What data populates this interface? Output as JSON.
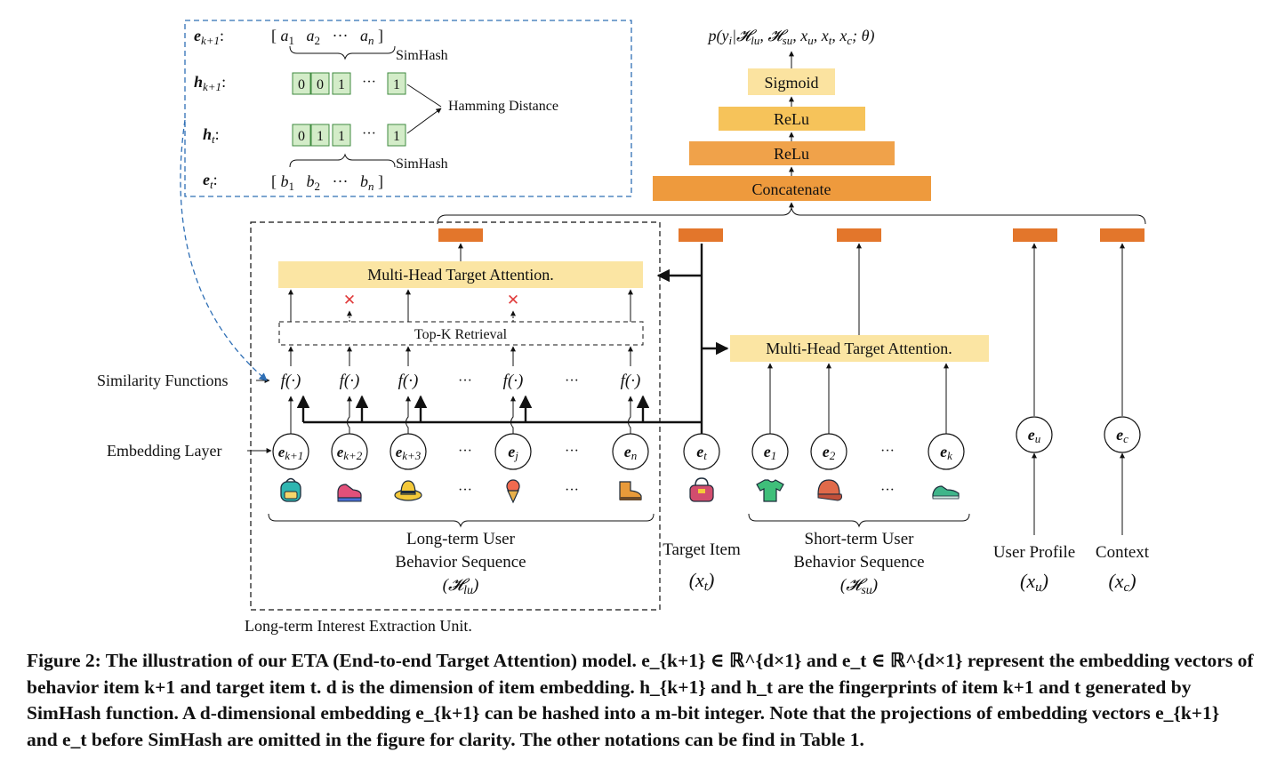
{
  "simhash_box": {
    "row_labels": [
      "e_{k+1}:",
      "h_{k+1}:",
      "h_t:",
      "e_t:"
    ],
    "e_k1_vector": "[ a1  a2  ···  an ]",
    "e_t_vector": "[ b1  b2  ···  bn ]",
    "h_k1_bits": [
      "0",
      "0",
      "1",
      "1"
    ],
    "h_t_bits": [
      "0",
      "1",
      "1",
      "1"
    ],
    "ellipsis": "···",
    "simhash_label": "SimHash",
    "hamming_label": "Hamming Distance"
  },
  "output": {
    "probability": "p(y_i|H_lu, H_su, x_u, x_t, x_c; θ)",
    "layers": [
      "Sigmoid",
      "ReLu",
      "ReLu",
      "Concatenate"
    ]
  },
  "attention": {
    "long_term": "Multi-Head Target Attention.",
    "short_term": "Multi-Head Target Attention.",
    "topk": "Top-K Retrieval"
  },
  "left_labels": {
    "similarity": "Similarity Functions",
    "embedding": "Embedding Layer"
  },
  "functions": [
    "f(·)",
    "f(·)",
    "f(·)",
    "f(·)",
    "f(·)"
  ],
  "ellipsis": "···",
  "long_embeddings": [
    "e_{k+1}",
    "e_{k+2}",
    "e_{k+3}",
    "e_j",
    "e_n"
  ],
  "target_embedding": "e_t",
  "short_embeddings": [
    "e_1",
    "e_2",
    "e_k"
  ],
  "profile_embedding": "e_u",
  "context_embedding": "e_c",
  "sequence_labels": {
    "long_line1": "Long-term User",
    "long_line2": "Behavior Sequence",
    "long_sym": "(H_lu)",
    "target_line": "Target Item",
    "target_sym": "(x_t)",
    "short_line1": "Short-term User",
    "short_line2": "Behavior Sequence",
    "short_sym": "(H_su)",
    "profile_line": "User Profile",
    "profile_sym": "(x_u)",
    "context_line": "Context",
    "context_sym": "(x_c)"
  },
  "unit_label": "Long-term Interest Extraction Unit.",
  "caption": {
    "label": "Figure 2:",
    "text": "The illustration of our ETA (End-to-end Target Attention) model. e_{k+1} ∈ ℝ^{d×1} and e_t ∈ ℝ^{d×1} represent the embedding vectors of behavior item k+1 and target item t. d is the dimension of item embedding. h_{k+1} and h_t are the fingerprints of item k+1 and t generated by SimHash function. A d-dimensional embedding e_{k+1} can be hashed into a m-bit integer. Note that the projections of embedding vectors e_{k+1} and e_t before SimHash are omitted in the figure for clarity. The other notations can be find in Table 1."
  },
  "colors": {
    "sigmoid": "#fbe3a0",
    "relu_light": "#f6c35a",
    "relu_dark": "#f0a24a",
    "concatenate": "#ee9a3d",
    "small_block": "#e3762b",
    "attention": "#fbe5a3",
    "hash_cell": "#d3ecc8",
    "hash_border": "#3f8a3f",
    "dashed_blue": "#2f6fb5",
    "cross_red": "#e03b3b"
  },
  "icons": [
    "backpack-icon",
    "shoes-icon",
    "hat-icon",
    "ice-cream-icon",
    "boot-icon",
    "handbag-icon",
    "tshirt-icon",
    "cap-icon",
    "sneaker-icon"
  ]
}
